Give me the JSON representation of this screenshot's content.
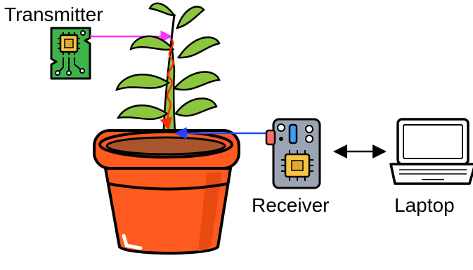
{
  "diagram": {
    "labels": {
      "transmitter": "Transmitter",
      "receiver": "Receiver",
      "laptop": "Laptop"
    },
    "nodes": [
      {
        "id": "transmitter",
        "icon": "circuit-board-icon"
      },
      {
        "id": "plant",
        "icon": "potted-plant-icon"
      },
      {
        "id": "receiver",
        "icon": "receiver-board-icon"
      },
      {
        "id": "laptop",
        "icon": "laptop-icon"
      }
    ],
    "links": [
      {
        "from": "transmitter",
        "to": "plant",
        "style": "one-way arrow",
        "color": "#ff33ff"
      },
      {
        "from": "plant",
        "to": "plant-stem",
        "style": "wavy signal path",
        "color": "#ff2a00"
      },
      {
        "from": "receiver",
        "to": "plant",
        "style": "one-way arrow",
        "color": "#2244ff"
      },
      {
        "from": "receiver",
        "to": "laptop",
        "style": "two-way arrow",
        "color": "#000000"
      }
    ],
    "colors": {
      "pot": "#ff5a1f",
      "pot_dark": "#e84a12",
      "soil": "#a8552e",
      "leaf": "#8cc63f",
      "leaf_dark": "#6aa12a",
      "board_green": "#3fb24a",
      "chip_yellow": "#f5c542",
      "receiver_body": "#9aa4b2",
      "transmit_arrow": "#ff33ff",
      "receive_arrow": "#2244ff",
      "signal": "#ff2a00"
    }
  }
}
